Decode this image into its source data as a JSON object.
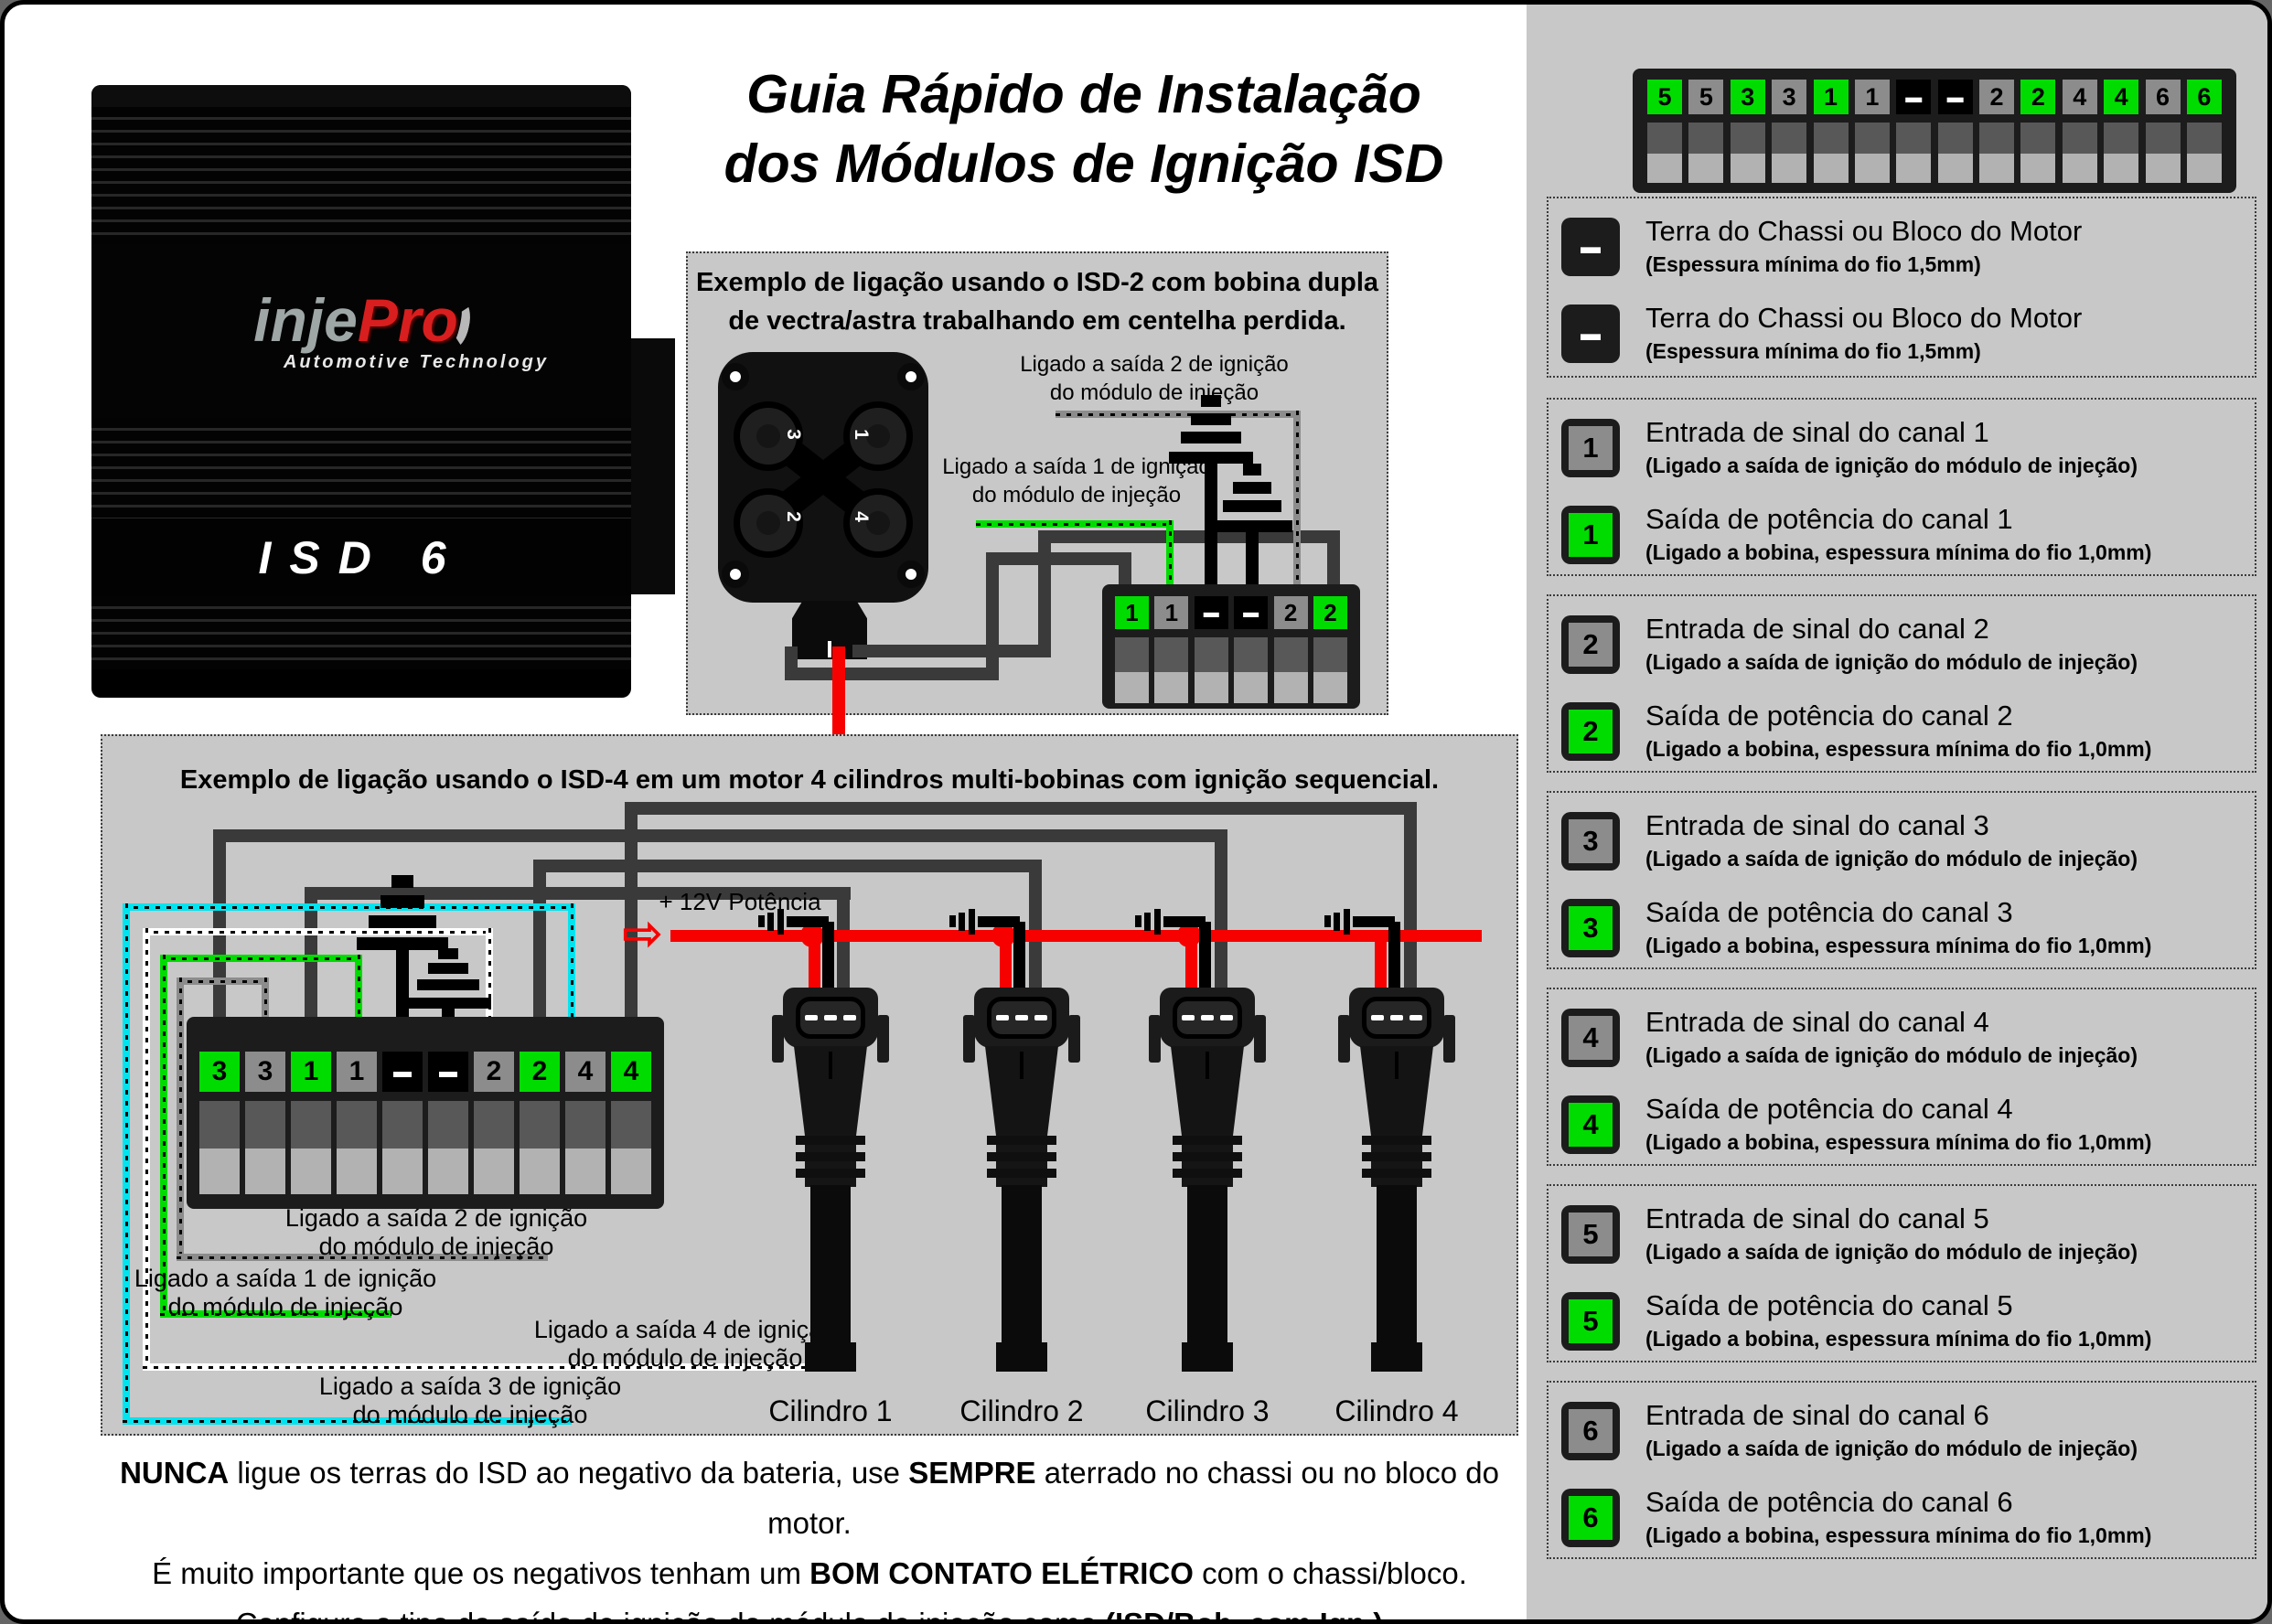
{
  "colors": {
    "green": "#00DC00",
    "panel": "#C8C8C8",
    "red": "#F60000",
    "cyan": "#00E4F0",
    "dark_wire": "#3A3A3A"
  },
  "header": {
    "title_line1": "Guia Rápido de Instalação",
    "title_line2": "dos Módulos de Ignição ISD"
  },
  "device": {
    "logo_inje": "inje",
    "logo_pro": "Pro",
    "logo_tagline": "Automotive Technology",
    "model": "ISD 6"
  },
  "top_connector": {
    "pins": [
      {
        "label": "5",
        "type": "out"
      },
      {
        "label": "5",
        "type": "in"
      },
      {
        "label": "3",
        "type": "out"
      },
      {
        "label": "3",
        "type": "in"
      },
      {
        "label": "1",
        "type": "out"
      },
      {
        "label": "1",
        "type": "in"
      },
      {
        "label": "▬",
        "type": "gnd"
      },
      {
        "label": "▬",
        "type": "gnd"
      },
      {
        "label": "2",
        "type": "in"
      },
      {
        "label": "2",
        "type": "out"
      },
      {
        "label": "4",
        "type": "in"
      },
      {
        "label": "4",
        "type": "out"
      },
      {
        "label": "6",
        "type": "in"
      },
      {
        "label": "6",
        "type": "out"
      }
    ]
  },
  "legend": {
    "ground_items": [
      {
        "dash": "▬",
        "title": "Terra do Chassi ou Bloco do Motor",
        "subtitle": "(Espessura mínima do fio 1,5mm)"
      },
      {
        "dash": "▬",
        "title": "Terra do Chassi ou Bloco do Motor",
        "subtitle": "(Espessura mínima do fio 1,5mm)"
      }
    ],
    "channels": [
      {
        "num": "1",
        "input_title": "Entrada de sinal do canal 1",
        "input_subtitle": "(Ligado a saída de ignição do módulo de injeção)",
        "output_title": "Saída de potência do canal 1",
        "output_subtitle": "(Ligado a bobina, espessura mínima do fio 1,0mm)"
      },
      {
        "num": "2",
        "input_title": "Entrada de sinal do canal 2",
        "input_subtitle": "(Ligado a saída de ignição do módulo de injeção)",
        "output_title": "Saída de potência do canal 2",
        "output_subtitle": "(Ligado a bobina, espessura mínima do fio 1,0mm)"
      },
      {
        "num": "3",
        "input_title": "Entrada de sinal do canal 3",
        "input_subtitle": "(Ligado a saída de ignição do módulo de injeção)",
        "output_title": "Saída de potência do canal 3",
        "output_subtitle": "(Ligado a bobina, espessura mínima do fio 1,0mm)"
      },
      {
        "num": "4",
        "input_title": "Entrada de sinal do canal 4",
        "input_subtitle": "(Ligado a saída de ignição do módulo de injeção)",
        "output_title": "Saída de potência do canal 4",
        "output_subtitle": "(Ligado a bobina, espessura mínima do fio 1,0mm)"
      },
      {
        "num": "5",
        "input_title": "Entrada de sinal do canal 5",
        "input_subtitle": "(Ligado a saída de ignição do módulo de injeção)",
        "output_title": "Saída de potência do canal 5",
        "output_subtitle": "(Ligado a bobina, espessura mínima do fio 1,0mm)"
      },
      {
        "num": "6",
        "input_title": "Entrada de sinal do canal 6",
        "input_subtitle": "(Ligado a saída de ignição do módulo de injeção)",
        "output_title": "Saída de potência do canal 6",
        "output_subtitle": "(Ligado a bobina, espessura mínima do fio 1,0mm)"
      }
    ]
  },
  "isd2": {
    "title_line1": "Exemplo de ligação usando o ISD-2 com bobina dupla",
    "title_line2": "de vectra/astra trabalhando em centelha perdida.",
    "coil_numbers": [
      "3",
      "1",
      "2",
      "4"
    ],
    "label_out2_line1": "Ligado a saída 2 de ignição",
    "label_out2_line2": "do módulo de injeção",
    "label_out1_line1": "Ligado a saída 1 de ignição",
    "label_out1_line2": "do módulo de injeção",
    "power_label": "+ 12V Potência",
    "arrow_left": "⇦",
    "pins": [
      {
        "label": "1",
        "type": "out"
      },
      {
        "label": "1",
        "type": "in"
      },
      {
        "label": "▬",
        "type": "gnd"
      },
      {
        "label": "▬",
        "type": "gnd"
      },
      {
        "label": "2",
        "type": "in"
      },
      {
        "label": "2",
        "type": "out"
      }
    ]
  },
  "isd4": {
    "title": "Exemplo de ligação usando o ISD-4 em um motor 4 cilindros multi-bobinas com ignição sequencial.",
    "power_label": "+ 12V Potência",
    "arrow_right": "⇨",
    "label_out2_line1": "Ligado a saída 2 de ignição",
    "label_out2_line2": "do módulo de injeção",
    "label_out1_line1": "Ligado a saída 1 de ignição",
    "label_out1_line2": "do módulo de injeção",
    "label_out4_line1": "Ligado a saída 4 de ignição",
    "label_out4_line2": "do módulo de injeção",
    "label_out3_line1": "Ligado a saída 3 de ignição",
    "label_out3_line2": "do módulo de injeção",
    "pins": [
      {
        "label": "3",
        "type": "out"
      },
      {
        "label": "3",
        "type": "in"
      },
      {
        "label": "1",
        "type": "out"
      },
      {
        "label": "1",
        "type": "in"
      },
      {
        "label": "▬",
        "type": "gnd"
      },
      {
        "label": "▬",
        "type": "gnd"
      },
      {
        "label": "2",
        "type": "in"
      },
      {
        "label": "2",
        "type": "out"
      },
      {
        "label": "4",
        "type": "in"
      },
      {
        "label": "4",
        "type": "out"
      }
    ],
    "cylinders": [
      "Cilindro 1",
      "Cilindro 2",
      "Cilindro 3",
      "Cilindro 4"
    ]
  },
  "footer": {
    "lines": [
      {
        "segments": [
          {
            "text": "NUNCA",
            "bold": true
          },
          {
            "text": " ligue os terras do ISD ao negativo da bateria, use ",
            "bold": false
          },
          {
            "text": "SEMPRE",
            "bold": true
          },
          {
            "text": " aterrado no chassi ou no bloco do motor.",
            "bold": false
          }
        ]
      },
      {
        "segments": [
          {
            "text": "É muito importante que os negativos tenham um ",
            "bold": false
          },
          {
            "text": "BOM CONTATO ELÉTRICO",
            "bold": true
          },
          {
            "text": " com o chassi/bloco.",
            "bold": false
          }
        ]
      },
      {
        "segments": [
          {
            "text": "Configure o tipo da saída de ignição do módulo de injeção como ",
            "bold": false
          },
          {
            "text": "(ISD/Bob. com Ign.)",
            "bold": true
          }
        ]
      }
    ]
  }
}
